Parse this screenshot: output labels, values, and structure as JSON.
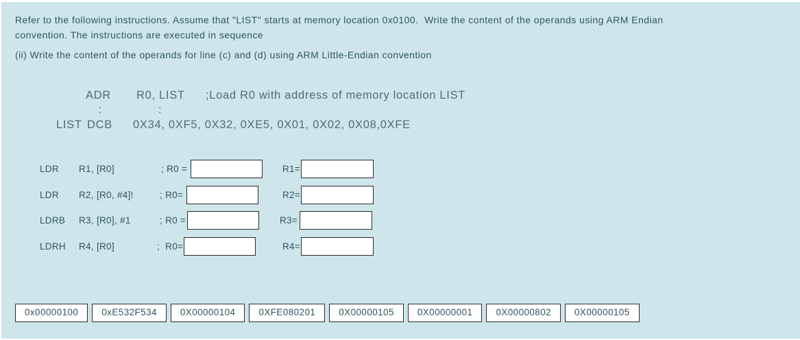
{
  "header": {
    "line1": "Refer to the following instructions. Assume that \"LIST\" starts at memory location 0x0100.  Write the content of the operands using ARM Endian",
    "line2": "convention. The instructions are executed in sequence",
    "line3": "(ii) Write the content of the operands for line (c) and (d) using ARM Little-Endian convention"
  },
  "code": {
    "adr_mnemonic": "ADR",
    "adr_operands": "R0, LIST",
    "adr_comment": ";Load R0 with address of memory location LIST",
    "colon1": ":",
    "colon2": ":",
    "dcb_label": "LIST",
    "dcb_directive": "DCB",
    "dcb_values": "0X34, 0XF5, 0X32, 0XE5, 0X01, 0X02, 0X08,0XFE"
  },
  "instructions": [
    {
      "mnemonic": "LDR",
      "operands": "R1, [R0]",
      "comment": "; R0 =",
      "register_label": "R1=",
      "r0_value": "",
      "rn_value": ""
    },
    {
      "mnemonic": "LDR",
      "operands": "R2, [R0, #4]!",
      "comment": "; R0=",
      "register_label": "R2=",
      "r0_value": "",
      "rn_value": ""
    },
    {
      "mnemonic": "LDRB",
      "operands": "R3, [R0], #1",
      "comment": "; R0 =",
      "register_label": "R3=",
      "r0_value": "",
      "rn_value": ""
    },
    {
      "mnemonic": "LDRH",
      "operands": "R4, [R0]",
      "comment": ";  R0=",
      "register_label": "R4=",
      "r0_value": "",
      "rn_value": ""
    }
  ],
  "answer_chips": [
    "0x00000100",
    "0xE532F534",
    "0X00000104",
    "0XFE080201",
    "0X00000105",
    "0X00000001",
    "0X00000802",
    "0X00000105"
  ],
  "colors": {
    "background": "#cee6eb",
    "question_text": "#2e5560",
    "code_text": "#4e6b75",
    "instruction_text": "#2f525c",
    "box_border": "#2b2b2b",
    "box_background": "#ffffff"
  }
}
